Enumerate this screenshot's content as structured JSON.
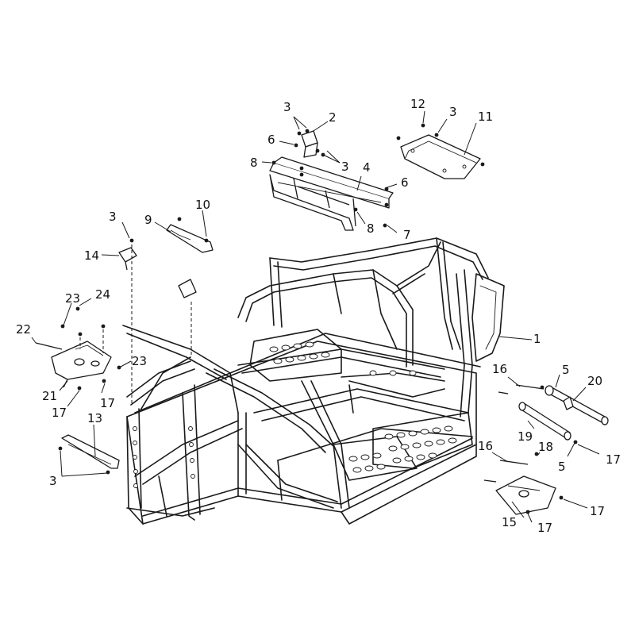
{
  "callouts": [
    {
      "id": "1",
      "label": "1"
    },
    {
      "id": "2",
      "label": "2"
    },
    {
      "id": "3a",
      "label": "3"
    },
    {
      "id": "3b",
      "label": "3"
    },
    {
      "id": "3c",
      "label": "3"
    },
    {
      "id": "3d",
      "label": "3"
    },
    {
      "id": "3e",
      "label": "3"
    },
    {
      "id": "4",
      "label": "4"
    },
    {
      "id": "5a",
      "label": "5"
    },
    {
      "id": "5b",
      "label": "5"
    },
    {
      "id": "6a",
      "label": "6"
    },
    {
      "id": "6b",
      "label": "6"
    },
    {
      "id": "7",
      "label": "7"
    },
    {
      "id": "8a",
      "label": "8"
    },
    {
      "id": "8b",
      "label": "8"
    },
    {
      "id": "9",
      "label": "9"
    },
    {
      "id": "10",
      "label": "10"
    },
    {
      "id": "11",
      "label": "11"
    },
    {
      "id": "12",
      "label": "12"
    },
    {
      "id": "13",
      "label": "13"
    },
    {
      "id": "14",
      "label": "14"
    },
    {
      "id": "15",
      "label": "15"
    },
    {
      "id": "16a",
      "label": "16"
    },
    {
      "id": "16b",
      "label": "16"
    },
    {
      "id": "17a",
      "label": "17"
    },
    {
      "id": "17b",
      "label": "17"
    },
    {
      "id": "17c",
      "label": "17"
    },
    {
      "id": "17d",
      "label": "17"
    },
    {
      "id": "17e",
      "label": "17"
    },
    {
      "id": "18",
      "label": "18"
    },
    {
      "id": "19",
      "label": "19"
    },
    {
      "id": "20",
      "label": "20"
    },
    {
      "id": "21",
      "label": "21"
    },
    {
      "id": "22",
      "label": "22"
    },
    {
      "id": "23a",
      "label": "23"
    },
    {
      "id": "23b",
      "label": "23"
    },
    {
      "id": "24",
      "label": "24"
    }
  ]
}
